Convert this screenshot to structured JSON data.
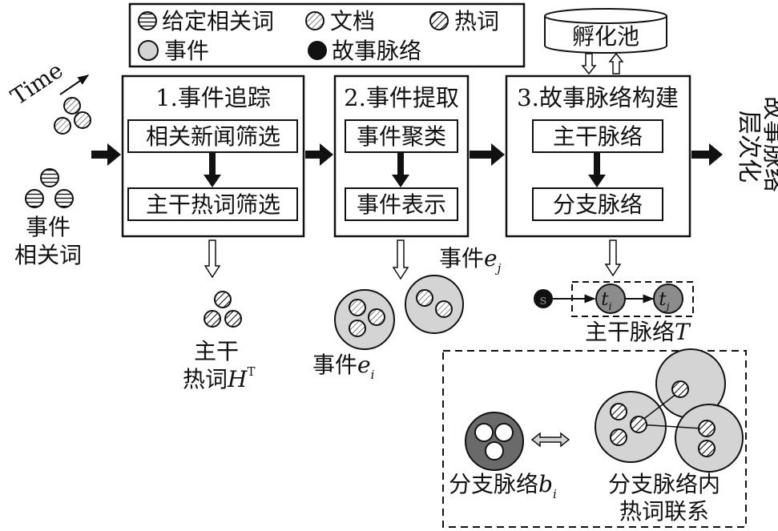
{
  "legend": {
    "given_word": "给定相关词",
    "document": "文档",
    "hot_word": "热词",
    "event": "事件",
    "storyline": "故事脉络"
  },
  "time_label": "Time",
  "event_words": {
    "line1": "事件",
    "line2": "相关词"
  },
  "incubation_pool": "孵化池",
  "stages": {
    "tracking": {
      "title": "1.事件追踪",
      "step1": "相关新闻筛选",
      "step2": "主干热词筛选"
    },
    "extraction": {
      "title": "2.事件提取",
      "step1": "事件聚类",
      "step2": "事件表示"
    },
    "construction": {
      "title": "3.故事脉络构建",
      "step1": "主干脉络",
      "step2": "分支脉络"
    }
  },
  "output": {
    "line1": "层次化",
    "line2": "故事脉络"
  },
  "trunk_hot_words": {
    "line1": "主干",
    "line2_text": "热词",
    "symbol": "H",
    "sup": "T"
  },
  "event_ej": {
    "text": "事件",
    "symbol": "e",
    "sub": "j"
  },
  "event_ei": {
    "text": "事件",
    "symbol": "e",
    "sub": "i"
  },
  "trunk_line": {
    "start": "s",
    "node_i": "t",
    "node_i_sub": "i",
    "node_j": "t",
    "node_j_sub": "j",
    "label_text": "主干脉络",
    "label_symbol": "T"
  },
  "branch_line": {
    "text": "分支脉络",
    "symbol": "b",
    "sub": "i"
  },
  "branch_links": {
    "line1": "分支脉络内",
    "line2": "热词联系"
  },
  "colors": {
    "event_fill": "#d4d4d4",
    "branch_fill": "#6a6a6a",
    "node_fill": "#8c8c8c",
    "stroke": "#111111"
  }
}
